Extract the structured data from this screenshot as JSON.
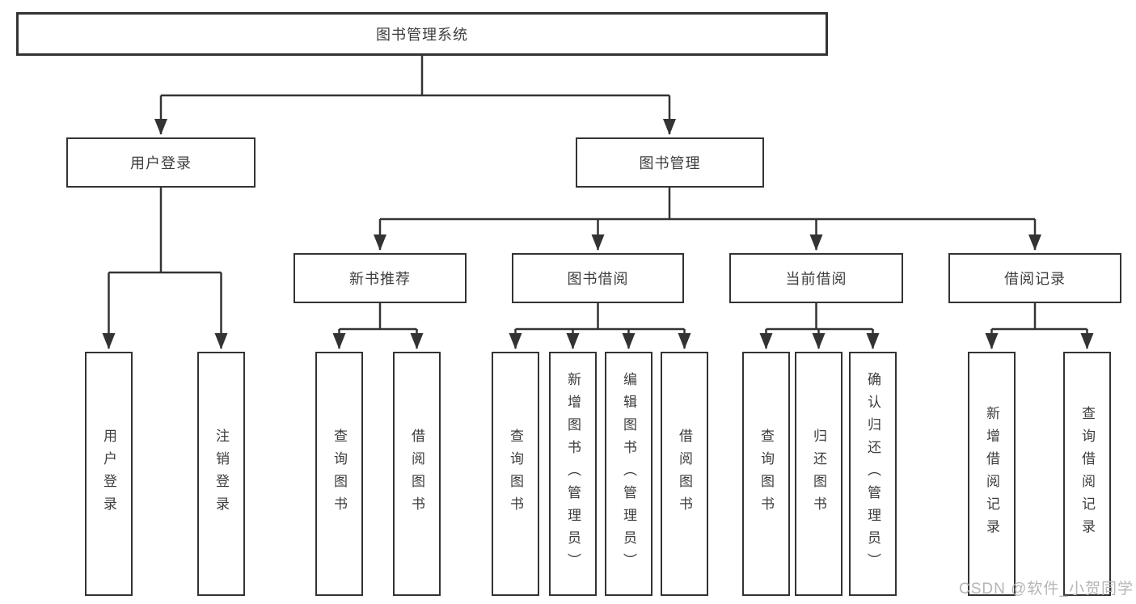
{
  "colors": {
    "line": "#333333",
    "box_border": "#333333",
    "text": "#3d3d3d",
    "watermark": "#b5b5b5",
    "background": "#ffffff"
  },
  "watermark": {
    "text": "CSDN @软件_小贺同学"
  },
  "tree": {
    "root": {
      "label": "图书管理系统"
    },
    "login": {
      "label": "用户登录",
      "children": [
        "用户登录",
        "注销登录"
      ]
    },
    "management": {
      "label": "图书管理",
      "branches": [
        {
          "label": "新书推荐",
          "children": [
            "查询图书",
            "借阅图书"
          ]
        },
        {
          "label": "图书借阅",
          "children": [
            "查询图书",
            "新增图书（管理员）",
            "编辑图书（管理员）",
            "借阅图书"
          ]
        },
        {
          "label": "当前借阅",
          "children": [
            "查询图书",
            "归还图书",
            "确认归还（管理员）"
          ]
        },
        {
          "label": "借阅记录",
          "children": [
            "新增借阅记录",
            "查询借阅记录"
          ]
        }
      ]
    }
  }
}
